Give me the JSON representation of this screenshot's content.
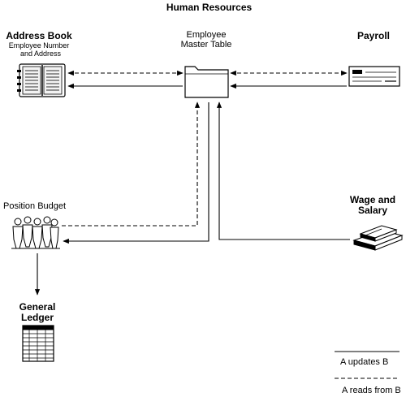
{
  "title": "Human Resources",
  "nodes": {
    "address_book": {
      "title": "Address Book",
      "subtitle_line1": "Employee Number",
      "subtitle_line2": "and Address",
      "icon": "address-book-icon"
    },
    "employee_master": {
      "line1": "Employee",
      "line2": "Master Table",
      "icon": "folder-icon"
    },
    "payroll": {
      "title": "Payroll",
      "icon": "check-icon"
    },
    "position_budget": {
      "title": "Position Budget",
      "icon": "people-icon"
    },
    "wage_salary": {
      "line1": "Wage and",
      "line2": "Salary",
      "icon": "money-stack-icon"
    },
    "general_ledger": {
      "line1": "General",
      "line2": "Ledger",
      "icon": "ledger-sheet-icon"
    }
  },
  "legend": {
    "solid_label": "A updates B",
    "dashed_label": "A reads from B"
  },
  "colors": {
    "line": "#000000",
    "background": "#ffffff"
  }
}
